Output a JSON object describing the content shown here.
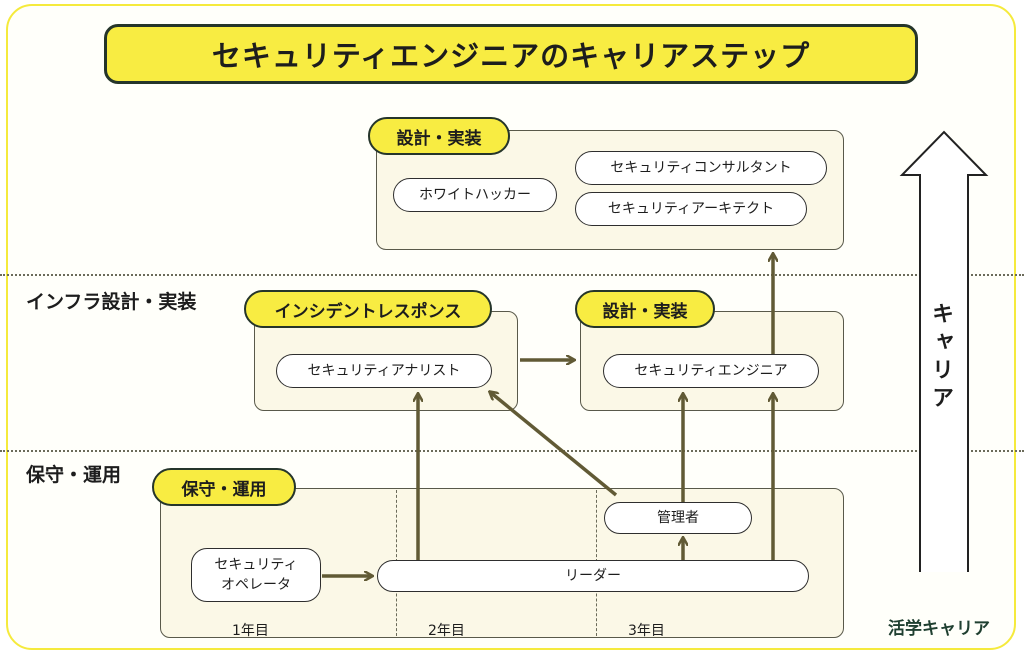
{
  "title": "セキュリティエンジニアのキャリアステップ",
  "tiers": {
    "infra": "インフラ設計・実装",
    "ops": "保守・運用"
  },
  "groups": {
    "top": {
      "tag": "設計・実装",
      "roles": [
        "ホワイトハッカー",
        "セキュリティコンサルタント",
        "セキュリティアーキテクト"
      ]
    },
    "incident": {
      "tag": "インシデントレスポンス",
      "role": "セキュリティアナリスト"
    },
    "mid": {
      "tag": "設計・実装",
      "role": "セキュリティエンジニア"
    },
    "ops": {
      "tag": "保守・運用",
      "operator": "セキュリティ\nオペレータ",
      "leader": "リーダー",
      "manager": "管理者"
    }
  },
  "years": [
    "1年目",
    "2年目",
    "3年目"
  ],
  "career_arrow_label": "キャリア",
  "brand": "活学キャリア",
  "colors": {
    "accent_yellow": "#f8ec42",
    "box_fill": "#fbf8e7",
    "arrow": "#615a35",
    "frame": "#f5ea3c"
  }
}
